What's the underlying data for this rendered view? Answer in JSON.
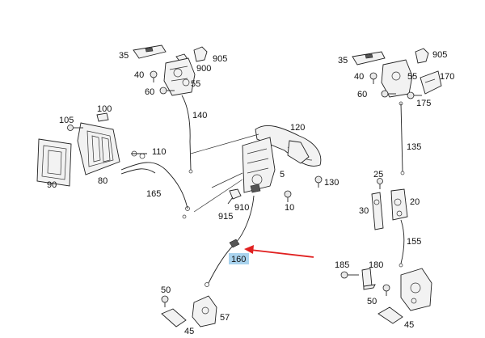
{
  "labels": {
    "l35a": "35",
    "l905a": "905",
    "l900a": "900",
    "l40a": "40",
    "l55a": "55",
    "l60a": "60",
    "l140": "140",
    "l105": "105",
    "l100": "100",
    "l110": "110",
    "l90": "90",
    "l80": "80",
    "l165": "165",
    "l120": "120",
    "l5": "5",
    "l130": "130",
    "l910": "910",
    "l915": "915",
    "l10": "10",
    "l160": "160",
    "l35b": "35",
    "l905b": "905",
    "l40b": "40",
    "l55b": "55",
    "l170": "170",
    "l60b": "60",
    "l175": "175",
    "l135": "135",
    "l25": "25",
    "l20": "20",
    "l30": "30",
    "l155": "155",
    "l185": "185",
    "l180": "180",
    "l50a": "50",
    "l57": "57",
    "l45a": "45",
    "l50b": "50",
    "l45b": "45"
  },
  "highlight": {
    "label": "160",
    "color": "#a9d3ee"
  },
  "arrow_color": "#e02020"
}
